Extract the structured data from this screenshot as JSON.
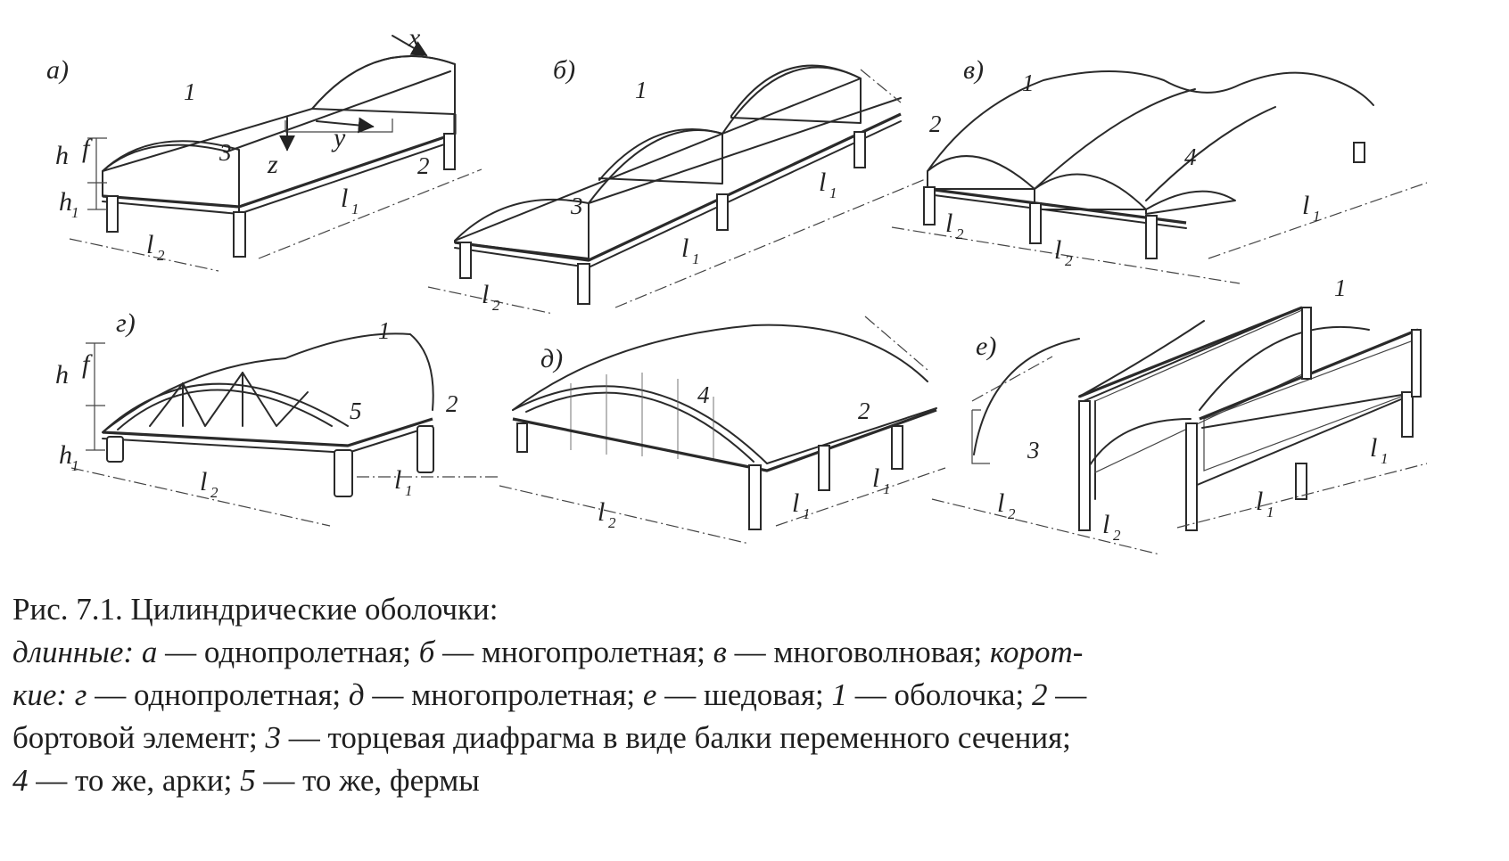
{
  "figure": {
    "panels": [
      {
        "letter": "а)",
        "numbers": [
          "1",
          "2",
          "3"
        ],
        "axes": [
          "x",
          "y",
          "z"
        ],
        "dims": [
          "h",
          "f",
          "h",
          "l",
          "l"
        ],
        "subs": [
          "1",
          "1",
          "2"
        ]
      },
      {
        "letter": "б)",
        "numbers": [
          "1",
          "2",
          "3"
        ],
        "dims": [
          "l",
          "l",
          "l"
        ],
        "subs": [
          "1",
          "1",
          "2"
        ]
      },
      {
        "letter": "в)",
        "numbers": [
          "1",
          "4"
        ],
        "dims": [
          "l",
          "l",
          "l"
        ],
        "subs": [
          "1",
          "2",
          "2"
        ]
      },
      {
        "letter": "г)",
        "numbers": [
          "1",
          "2",
          "5"
        ],
        "dims": [
          "h",
          "f",
          "h",
          "l",
          "l"
        ],
        "subs": [
          "1",
          "2",
          "1"
        ]
      },
      {
        "letter": "д)",
        "numbers": [
          "4",
          "2"
        ],
        "dims": [
          "l",
          "l",
          "l"
        ],
        "subs": [
          "2",
          "1",
          "1"
        ]
      },
      {
        "letter": "е)",
        "numbers": [
          "1",
          "3"
        ],
        "dims": [
          "l",
          "l",
          "l",
          "l"
        ],
        "subs": [
          "2",
          "2",
          "1",
          "1"
        ]
      }
    ]
  },
  "caption": {
    "title": "Рис. 7.1. Цилиндрические оболочки:",
    "line2": [
      {
        "t": "длинные: а",
        "i": true
      },
      {
        "t": " — однопролетная; ",
        "i": false
      },
      {
        "t": "б",
        "i": true
      },
      {
        "t": " — многопролетная; ",
        "i": false
      },
      {
        "t": "в",
        "i": true
      },
      {
        "t": " — многоволновая; ",
        "i": false
      },
      {
        "t": "корот-",
        "i": true
      }
    ],
    "line3": [
      {
        "t": "кие: г",
        "i": true
      },
      {
        "t": " — однопролетная; ",
        "i": false
      },
      {
        "t": "д",
        "i": true
      },
      {
        "t": " — многопролетная; ",
        "i": false
      },
      {
        "t": "е",
        "i": true
      },
      {
        "t": " — шедовая; ",
        "i": false
      },
      {
        "t": "1",
        "i": true
      },
      {
        "t": " — оболочка; ",
        "i": false
      },
      {
        "t": "2",
        "i": true
      },
      {
        "t": " —",
        "i": false
      }
    ],
    "line4": [
      {
        "t": "бортовой элемент; ",
        "i": false
      },
      {
        "t": "3",
        "i": true
      },
      {
        "t": " — торцевая диафрагма в виде балки переменного сечения;",
        "i": false
      }
    ],
    "line5": [
      {
        "t": "4",
        "i": true
      },
      {
        "t": " — то же, арки; ",
        "i": false
      },
      {
        "t": "5",
        "i": true
      },
      {
        "t": " — то же, фермы",
        "i": false
      }
    ]
  }
}
